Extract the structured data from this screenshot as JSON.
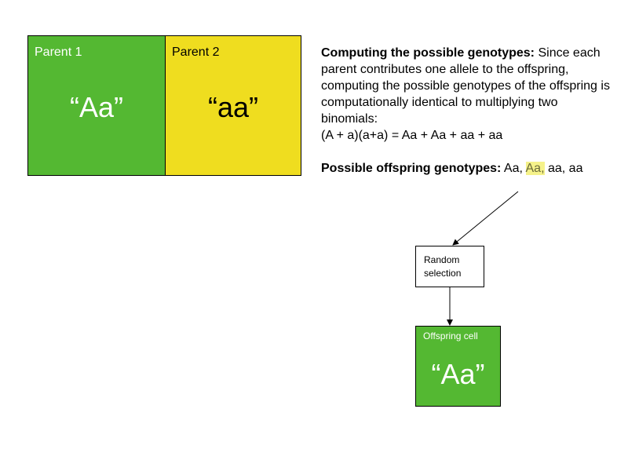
{
  "parent1": {
    "label": "Parent 1",
    "genotype": "“Aa”",
    "color": "#54b832"
  },
  "parent2": {
    "label": "Parent 2",
    "genotype": "“aa”",
    "color": "#efdd1f"
  },
  "explanation": {
    "heading": "Computing the possible genotypes:",
    "body": " Since each parent contributes one allele to the offspring, computing the possible genotypes of the offspring is computationally identical to multiplying two binomials:",
    "equation": "(A + a)(a+a) = Aa + Aa + aa + aa",
    "possible_heading": "Possible offspring genotypes:",
    "genotypes": [
      "Aa,",
      "Aa,",
      "aa,",
      "aa"
    ],
    "highlight_color": "#f5f28a"
  },
  "selection": {
    "line1": "Random",
    "line2": "selection"
  },
  "offspring": {
    "label": "Offspring cell",
    "genotype": "“Aa”"
  }
}
